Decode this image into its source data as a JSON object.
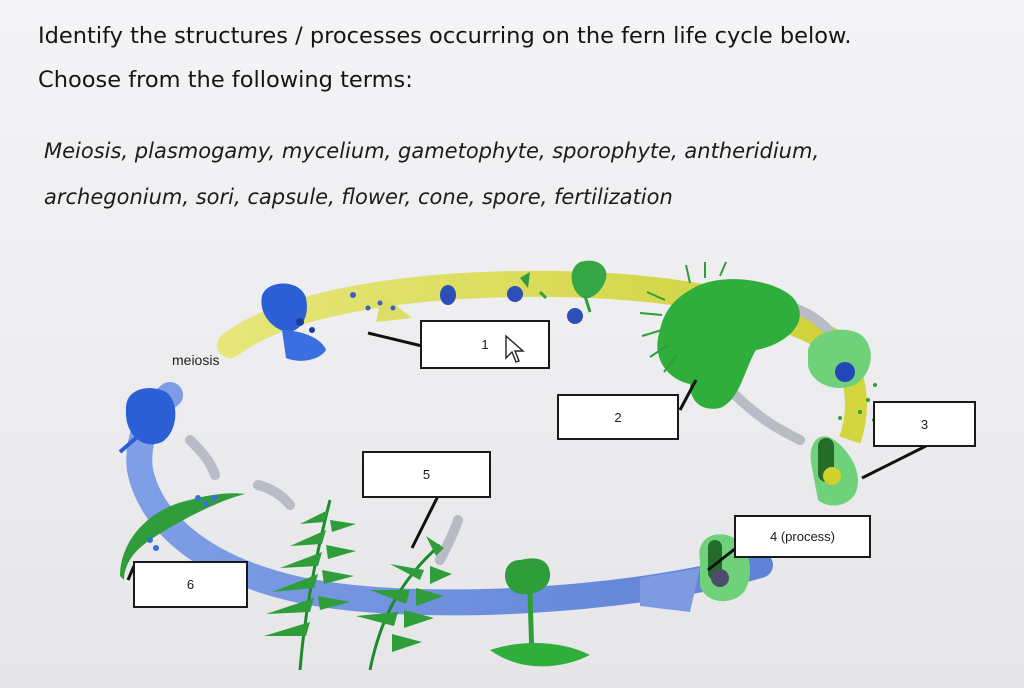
{
  "instructions": {
    "line1": "Identify the structures / processes occurring on the fern life cycle below.",
    "line2": "Choose from the following terms:"
  },
  "terms": {
    "line1": "Meiosis, plasmogamy, mycelium, gametophyte, sporophyte, antheridium,",
    "line2": "archegonium, sori, capsule, flower, cone, spore, fertilization"
  },
  "diagram": {
    "stage_label": "meiosis",
    "boxes": [
      {
        "id": "1",
        "text": "1"
      },
      {
        "id": "2",
        "text": "2"
      },
      {
        "id": "3",
        "text": "3"
      },
      {
        "id": "4",
        "text": "4 (process)"
      },
      {
        "id": "5",
        "text": "5"
      },
      {
        "id": "6",
        "text": "6"
      }
    ]
  },
  "colors": {
    "cycle_yellow": "#d6d84a",
    "cycle_blue": "#6f8fd8",
    "plant_green": "#2f9e3a",
    "sporangium_blue": "#2c5fd6"
  }
}
